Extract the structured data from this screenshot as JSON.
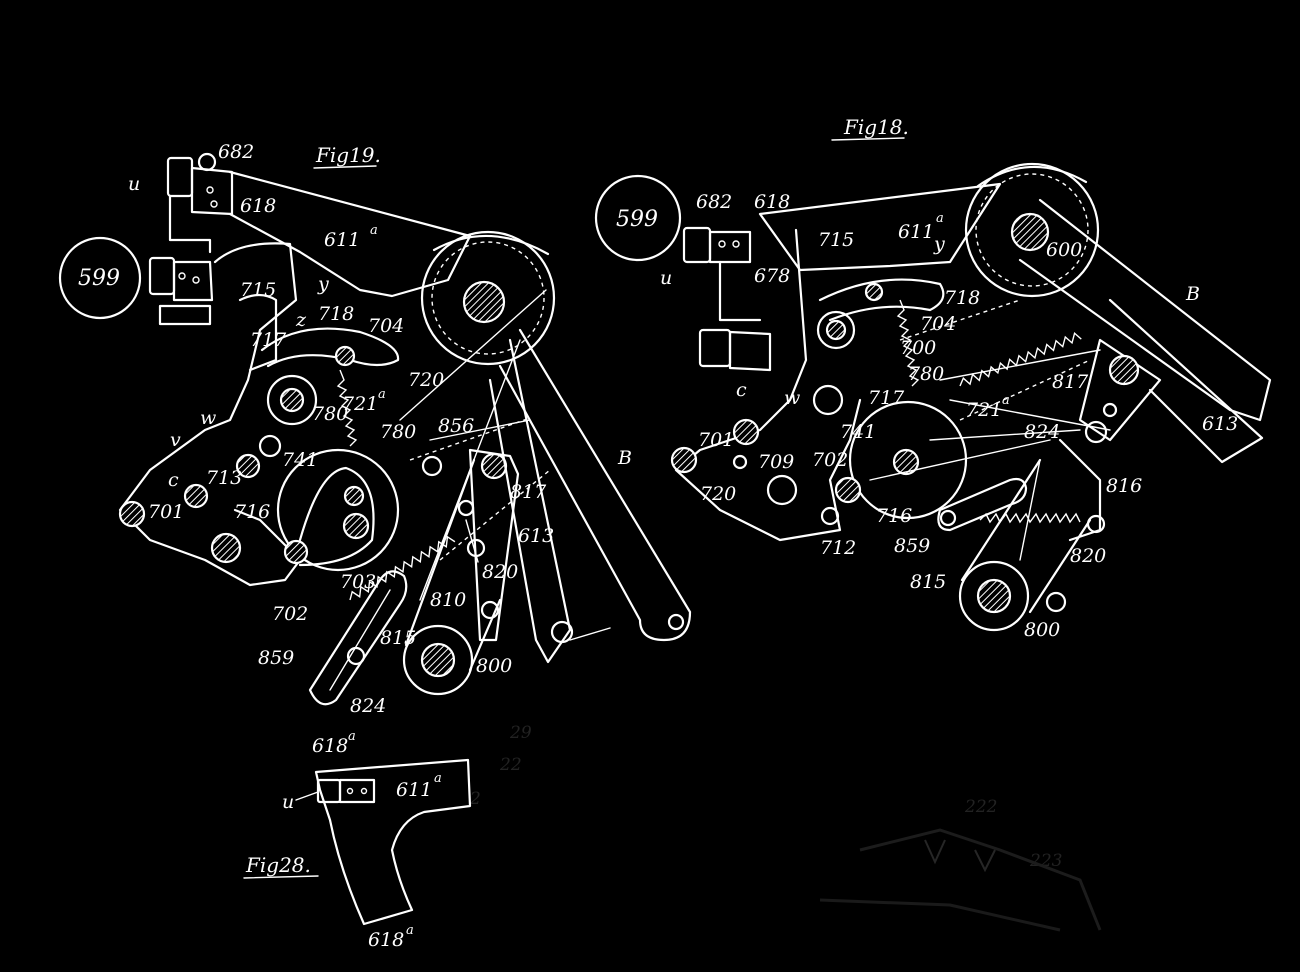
{
  "figures": {
    "fig19": {
      "title": "Fig19.",
      "labels": {
        "l682": "682",
        "lu": "u",
        "l618": "618",
        "l611": "611",
        "l611sup": "a",
        "l599": "599",
        "l715": "715",
        "ly": "y",
        "lz": "z",
        "l718": "718",
        "l717": "717",
        "l704": "704",
        "l720": "720",
        "l721": "721",
        "l721sup": "a",
        "l780a": "780",
        "l780b": "780",
        "l856": "856",
        "lw": "w",
        "lv": "v",
        "l741": "741",
        "l713": "713",
        "lc": "c",
        "l701": "701",
        "l716": "716",
        "l702": "702",
        "l703": "703",
        "l817": "817",
        "l613": "613",
        "l820": "820",
        "l810": "810",
        "l815": "815",
        "l859": "859",
        "l824": "824",
        "l800": "800",
        "lB": "B"
      }
    },
    "fig18": {
      "title": "Fig18.",
      "labels": {
        "l599": "599",
        "l682": "682",
        "l618": "618",
        "l715": "715",
        "l611": "611",
        "l611sup": "a",
        "ly": "y",
        "l600": "600",
        "lu": "u",
        "l678": "678",
        "l718": "718",
        "l704": "704",
        "l700": "700",
        "lB": "B",
        "l780": "780",
        "l817": "817",
        "lc": "c",
        "lw": "w",
        "l717": "717",
        "l721": "721",
        "l721sup": "a",
        "l701": "701",
        "l741": "741",
        "l824": "824",
        "l613": "613",
        "l709": "709",
        "l702": "702",
        "l720": "720",
        "l816": "816",
        "l716": "716",
        "l712": "712",
        "l859": "859",
        "l820": "820",
        "l815": "815",
        "l800": "800"
      }
    },
    "fig28": {
      "title": "Fig28.",
      "labels": {
        "l618top": "618",
        "l618topsup": "a",
        "lu": "u",
        "l611": "611",
        "l611sup": "a",
        "l618bot": "618",
        "l618botsup": "a"
      }
    },
    "background_marks": {
      "m1": "29",
      "m2": "22",
      "m3": "2",
      "m4": "222",
      "m5": "223"
    }
  },
  "colors": {
    "background": "#000000",
    "ink": "#ffffff",
    "bleed": "#2a2a2a"
  }
}
